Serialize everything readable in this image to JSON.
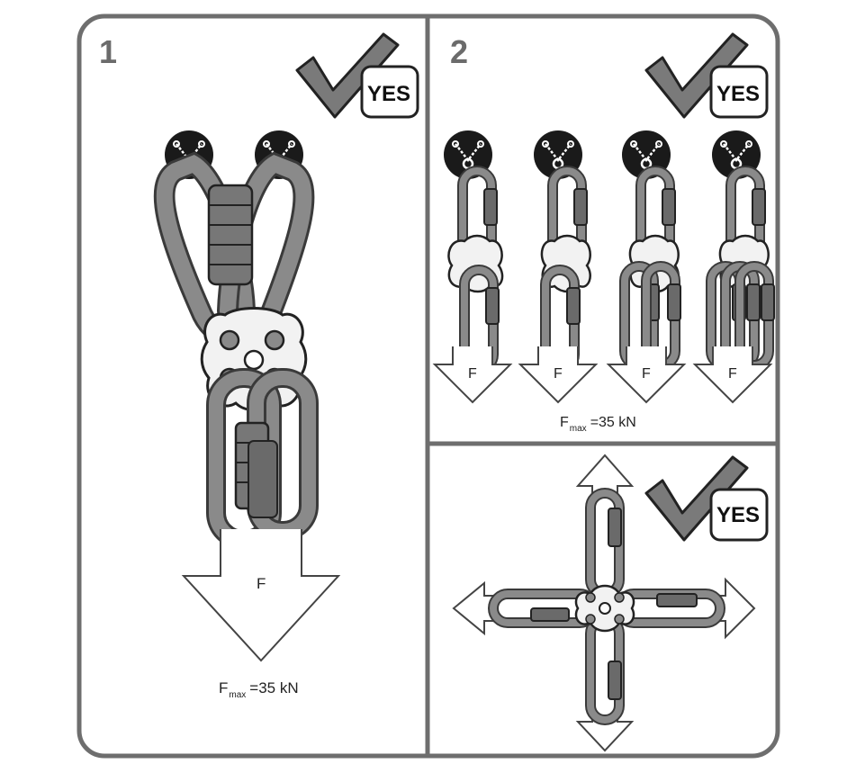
{
  "panels": [
    {
      "number": "1",
      "badge": "YES",
      "force_label": "F",
      "fmax_main": "F",
      "fmax_sub": "max",
      "fmax_value": "=35 kN"
    },
    {
      "number": "2",
      "badge": "YES",
      "force_labels": [
        "F",
        "F",
        "F",
        "F"
      ],
      "fmax_main": "F",
      "fmax_sub": "max",
      "fmax_value": "=35 kN"
    },
    {
      "badge": "YES"
    }
  ],
  "colors": {
    "frame": "#6e6e6e",
    "carabiner": "#8a8a8a",
    "carabiner_stroke": "#3a3a3a",
    "anchor_bg": "#1a1a1a",
    "check": "#7a7a7a"
  },
  "icons": [
    "checkmark-icon",
    "anchor-chain-icon",
    "carabiner-icon",
    "rigging-plate-icon",
    "force-arrow-icon"
  ]
}
